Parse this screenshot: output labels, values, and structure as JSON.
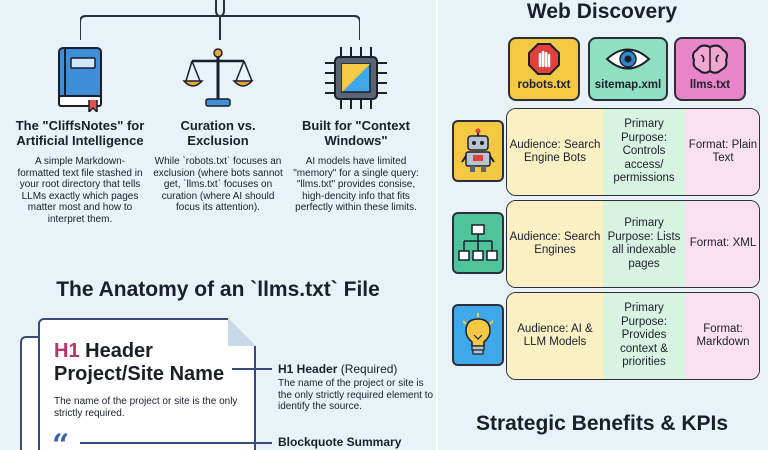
{
  "concepts": [
    {
      "title": "The \"CliffsNotes\" for Artificial Intelligence",
      "description": "A simple Markdown-formatted text file stashed in your root directory that tells LLMs exactly which pages matter most and how to interpret them.",
      "icon": "book-icon"
    },
    {
      "title": "Curation vs. Exclusion",
      "description": "While `robots.txt` focuses an exclusion (where bots sannot get, `llms.txt` focuses on curation (where AI should focus its attention).",
      "icon": "scales-icon"
    },
    {
      "title": "Built for \"Context Windows\"",
      "description": "AI models have limited \"memory\" for a single query: \"llms.txt\" provides consise, high-dencity info that fits perfectly within these limits.",
      "icon": "chip-icon"
    }
  ],
  "anatomy": {
    "title": "The Anatomy of an `llms.txt` File",
    "doc_header_hash": "H1",
    "doc_header_word": "Header",
    "doc_header_line2": "Project/Site Name",
    "doc_description": "The name of the project or site is the only strictly required.",
    "doc_quote_mark": "“",
    "annotations": [
      {
        "title": "H1 Header",
        "qualifier": "(Required)",
        "description": "The name of the project or site is the only strictly required element to identify the source."
      },
      {
        "title": "Blockquote Summary",
        "qualifier": "",
        "description": ""
      }
    ]
  },
  "web_discovery": {
    "title": "Web Discovery",
    "files": [
      {
        "label": "robots.txt",
        "icon": "stop-sign-icon",
        "color": "#f5c843"
      },
      {
        "label": "sitemap.xml",
        "icon": "eye-icon",
        "color": "#8fe0c2"
      },
      {
        "label": "llms.txt",
        "icon": "brain-icon",
        "color": "#e884c8"
      }
    ],
    "rows": [
      {
        "icon": "robot-icon",
        "icon_bg": "#f5c843",
        "audience": "Audience: Search Engine Bots",
        "purpose": "Primary Purpose: Controls access/ permissions",
        "format": "Format: Plain Text"
      },
      {
        "icon": "sitemap-icon",
        "icon_bg": "#4fc49a",
        "audience": "Audience: Search Engines",
        "purpose": "Primary Purpose: Lists all indexable pages",
        "format": "Format: XML"
      },
      {
        "icon": "lightbulb-icon",
        "icon_bg": "#3fa8e8",
        "audience": "Audience: AI & LLM Models",
        "purpose": "Primary Purpose: Provides context & priorities",
        "format": "Format: Markdown"
      }
    ]
  },
  "strategic": {
    "title": "Strategic Benefits & KPIs"
  },
  "colors": {
    "background": "#e9f2f7",
    "audience_cell": "#fbf0c4",
    "purpose_cell": "#d9f3e3",
    "format_cell": "#fbe1ef",
    "accent_pink": "#b8336a"
  }
}
